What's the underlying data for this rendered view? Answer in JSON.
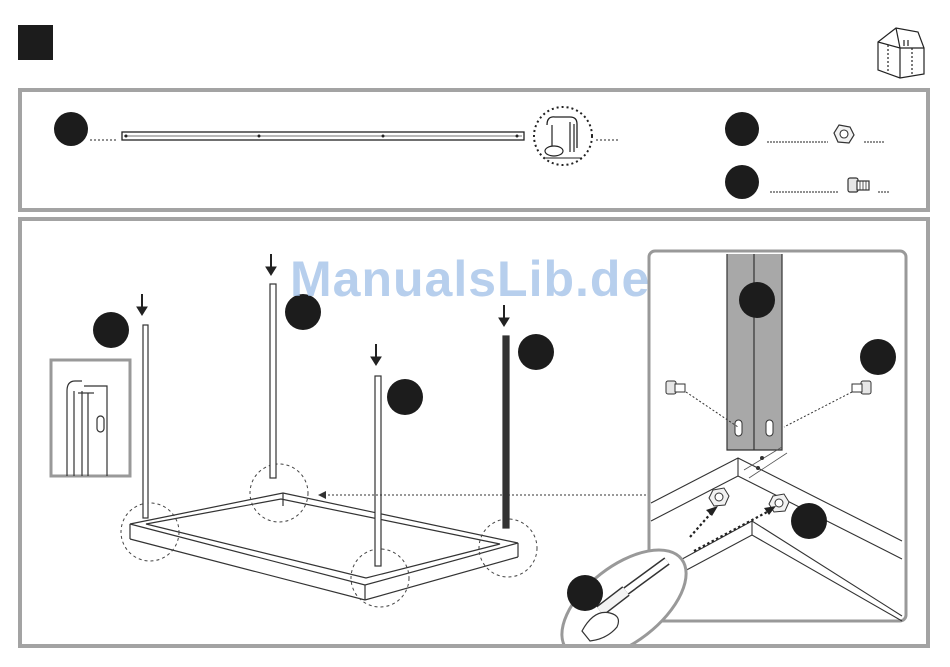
{
  "page": {
    "watermark": "ManualsLib.de",
    "step_marker": "",
    "icons": [
      "greenhouse-icon"
    ]
  },
  "parts": {
    "items": [
      {
        "id": "corner-post",
        "count_label": ""
      },
      {
        "id": "nut",
        "count_label": ""
      },
      {
        "id": "bolt",
        "count_label": ""
      }
    ]
  },
  "assembly": {
    "callouts": [
      "corner-post-detail",
      "bolt-nut-detail",
      "wrench-tighten-detail"
    ]
  }
}
